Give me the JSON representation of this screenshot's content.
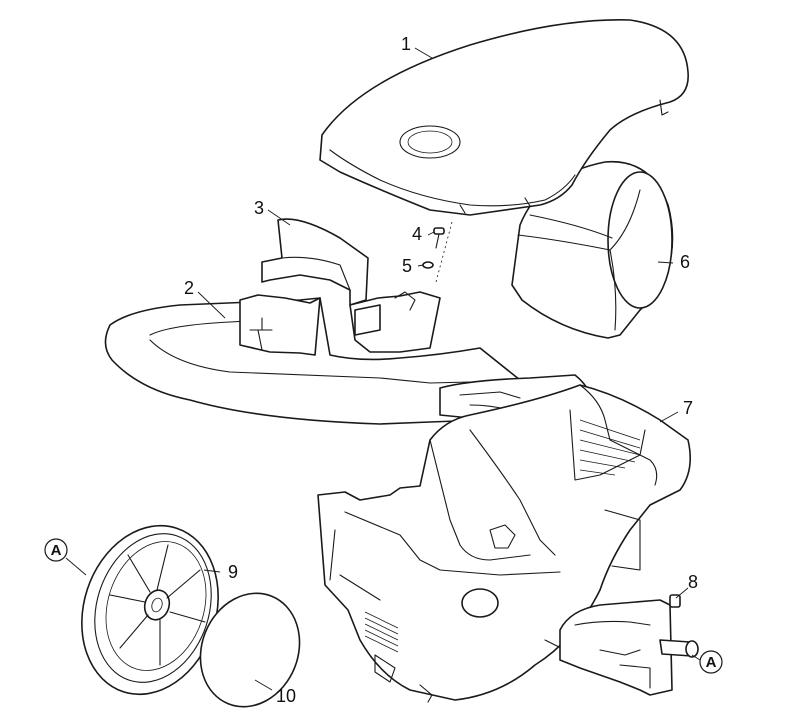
{
  "labels": {
    "p1": "1",
    "p2": "2",
    "p3": "3",
    "p4": "4",
    "p5": "5",
    "p6": "6",
    "p7": "7",
    "p8": "8",
    "p9": "9",
    "p10": "10"
  },
  "refs": {
    "left": "A",
    "right": "A"
  },
  "colors": {
    "line": "#1a1a1a",
    "fill": "#ffffff"
  }
}
